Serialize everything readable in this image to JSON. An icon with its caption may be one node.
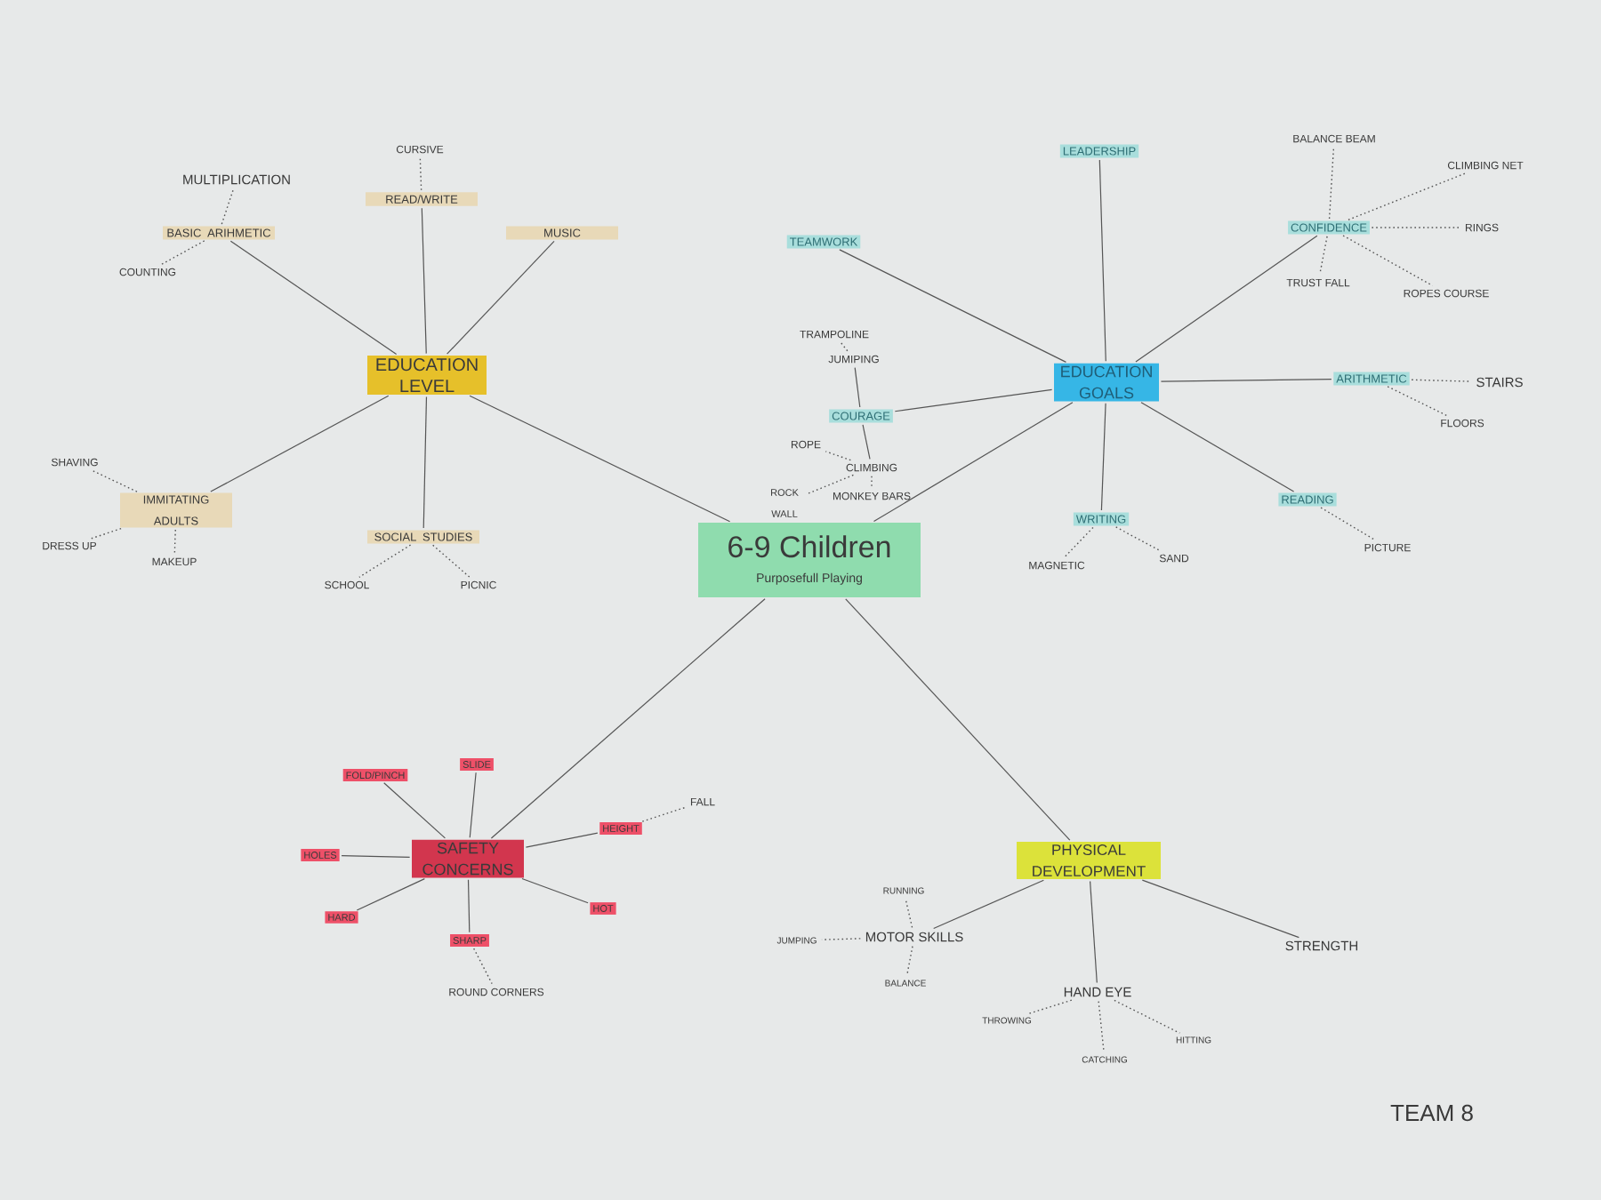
{
  "diagram": {
    "nodes": [
      {
        "text": [
          "6-9 Children",
          "Purposefull Playing"
        ]
      },
      {
        "text": [
          "EDUCATION LEVEL"
        ]
      },
      {
        "text": [
          "BASIC ARIHMETIC"
        ]
      },
      {
        "text": [
          "MULTIPLICATION"
        ]
      },
      {
        "text": [
          "COUNTING"
        ]
      },
      {
        "text": [
          "READ/WRITE"
        ]
      },
      {
        "text": [
          "CURSIVE"
        ]
      },
      {
        "text": [
          "MUSIC"
        ]
      },
      {
        "text": [
          "IMMITATING ADULTS"
        ]
      },
      {
        "text": [
          "SHAVING"
        ]
      },
      {
        "text": [
          "DRESS UP"
        ]
      },
      {
        "text": [
          "MAKEUP"
        ]
      },
      {
        "text": [
          "SOCIAL STUDIES"
        ]
      },
      {
        "text": [
          "SCHOOL"
        ]
      },
      {
        "text": [
          "PICNIC"
        ]
      },
      {
        "text": [
          "EDUCATION GOALS"
        ]
      },
      {
        "text": [
          "LEADERSHIP"
        ]
      },
      {
        "text": [
          "TEAMWORK"
        ]
      },
      {
        "text": [
          "CONFIDENCE"
        ]
      },
      {
        "text": [
          "BALANCE BEAM"
        ]
      },
      {
        "text": [
          "CLIMBING NET"
        ]
      },
      {
        "text": [
          "RINGS"
        ]
      },
      {
        "text": [
          "TRUST FALL"
        ]
      },
      {
        "text": [
          "ROPES COURSE"
        ]
      },
      {
        "text": [
          "COURAGE"
        ]
      },
      {
        "text": [
          "JUMIPING"
        ]
      },
      {
        "text": [
          "TRAMPOLINE"
        ]
      },
      {
        "text": [
          "CLIMBING"
        ]
      },
      {
        "text": [
          "ROPE"
        ]
      },
      {
        "text": [
          "ROCK WALL"
        ]
      },
      {
        "text": [
          "MONKEY BARS"
        ]
      },
      {
        "text": [
          "ARITHMETIC"
        ]
      },
      {
        "text": [
          "STAIRS"
        ]
      },
      {
        "text": [
          "FLOORS"
        ]
      },
      {
        "text": [
          "READING"
        ]
      },
      {
        "text": [
          "PICTURE"
        ]
      },
      {
        "text": [
          "WRITING"
        ]
      },
      {
        "text": [
          "MAGNETIC"
        ]
      },
      {
        "text": [
          "SAND"
        ]
      },
      {
        "text": [
          "SAFETY CONCERNS"
        ]
      },
      {
        "text": [
          "FOLD/PINCH"
        ]
      },
      {
        "text": [
          "SLIDE"
        ]
      },
      {
        "text": [
          "HEIGHT"
        ]
      },
      {
        "text": [
          "FALL"
        ]
      },
      {
        "text": [
          "HOLES"
        ]
      },
      {
        "text": [
          "HARD"
        ]
      },
      {
        "text": [
          "HOT"
        ]
      },
      {
        "text": [
          "SHARP"
        ]
      },
      {
        "text": [
          "ROUND CORNERS"
        ]
      },
      {
        "text": [
          "PHYSICAL DEVELOPMENT"
        ]
      },
      {
        "text": [
          "MOTOR SKILLS"
        ]
      },
      {
        "text": [
          "RUNNING"
        ]
      },
      {
        "text": [
          "JUMPING"
        ]
      },
      {
        "text": [
          "BALANCE"
        ]
      },
      {
        "text": [
          "HAND EYE"
        ]
      },
      {
        "text": [
          "THROWING"
        ]
      },
      {
        "text": [
          "CATCHING"
        ]
      },
      {
        "text": [
          "HITTING"
        ]
      },
      {
        "text": [
          "STRENGTH"
        ]
      }
    ],
    "edges": [
      {
        "from": 0,
        "to": 1,
        "arrow": "none"
      },
      {
        "from": 0,
        "to": 15,
        "arrow": "none"
      },
      {
        "from": 0,
        "to": 39,
        "arrow": "none"
      },
      {
        "from": 0,
        "to": 49,
        "arrow": "none"
      },
      {
        "from": 1,
        "to": 2,
        "arrow": "none"
      },
      {
        "from": 1,
        "to": 5,
        "arrow": "none"
      },
      {
        "from": 1,
        "to": 7,
        "arrow": "none"
      },
      {
        "from": 1,
        "to": 8,
        "arrow": "none"
      },
      {
        "from": 1,
        "to": 12,
        "arrow": "none"
      },
      {
        "from": 2,
        "to": 3,
        "arrow": "none",
        "style": "dashed"
      },
      {
        "from": 2,
        "to": 4,
        "arrow": "none",
        "style": "dashed"
      },
      {
        "from": 5,
        "to": 6,
        "arrow": "none",
        "style": "dashed"
      },
      {
        "from": 8,
        "to": 9,
        "arrow": "none",
        "style": "dashed"
      },
      {
        "from": 8,
        "to": 10,
        "arrow": "none",
        "style": "dashed"
      },
      {
        "from": 8,
        "to": 11,
        "arrow": "none",
        "style": "dashed"
      },
      {
        "from": 12,
        "to": 13,
        "arrow": "none",
        "style": "dashed"
      },
      {
        "from": 12,
        "to": 14,
        "arrow": "none",
        "style": "dashed"
      },
      {
        "from": 15,
        "to": 16,
        "arrow": "none"
      },
      {
        "from": 15,
        "to": 17,
        "arrow": "none"
      },
      {
        "from": 15,
        "to": 18,
        "arrow": "none"
      },
      {
        "from": 15,
        "to": 24,
        "arrow": "none"
      },
      {
        "from": 15,
        "to": 31,
        "arrow": "none"
      },
      {
        "from": 15,
        "to": 34,
        "arrow": "none"
      },
      {
        "from": 15,
        "to": 36,
        "arrow": "none"
      },
      {
        "from": 18,
        "to": 19,
        "arrow": "none",
        "style": "dashed"
      },
      {
        "from": 18,
        "to": 20,
        "arrow": "none",
        "style": "dashed"
      },
      {
        "from": 18,
        "to": 21,
        "arrow": "none",
        "style": "dashed"
      },
      {
        "from": 18,
        "to": 22,
        "arrow": "none",
        "style": "dashed"
      },
      {
        "from": 18,
        "to": 23,
        "arrow": "none",
        "style": "dashed"
      },
      {
        "from": 24,
        "to": 25,
        "arrow": "none"
      },
      {
        "from": 25,
        "to": 26,
        "arrow": "none",
        "style": "dashed"
      },
      {
        "from": 24,
        "to": 27,
        "arrow": "none"
      },
      {
        "from": 27,
        "to": 28,
        "arrow": "none",
        "style": "dashed"
      },
      {
        "from": 27,
        "to": 29,
        "arrow": "none",
        "style": "dashed"
      },
      {
        "from": 27,
        "to": 30,
        "arrow": "none",
        "style": "dashed"
      },
      {
        "from": 31,
        "to": 32,
        "arrow": "none",
        "style": "dashed"
      },
      {
        "from": 31,
        "to": 33,
        "arrow": "none",
        "style": "dashed"
      },
      {
        "from": 34,
        "to": 35,
        "arrow": "none",
        "style": "dashed"
      },
      {
        "from": 36,
        "to": 37,
        "arrow": "none",
        "style": "dashed"
      },
      {
        "from": 36,
        "to": 38,
        "arrow": "none",
        "style": "dashed"
      },
      {
        "from": 39,
        "to": 40,
        "arrow": "none"
      },
      {
        "from": 39,
        "to": 41,
        "arrow": "none"
      },
      {
        "from": 39,
        "to": 42,
        "arrow": "none"
      },
      {
        "from": 42,
        "to": 43,
        "arrow": "none",
        "style": "dashed"
      },
      {
        "from": 39,
        "to": 44,
        "arrow": "none"
      },
      {
        "from": 39,
        "to": 45,
        "arrow": "none"
      },
      {
        "from": 39,
        "to": 46,
        "arrow": "none"
      },
      {
        "from": 39,
        "to": 47,
        "arrow": "none"
      },
      {
        "from": 47,
        "to": 48,
        "arrow": "none",
        "style": "dashed"
      },
      {
        "from": 49,
        "to": 50,
        "arrow": "none"
      },
      {
        "from": 50,
        "to": 51,
        "arrow": "none",
        "style": "dashed"
      },
      {
        "from": 50,
        "to": 52,
        "arrow": "none",
        "style": "dashed"
      },
      {
        "from": 50,
        "to": 53,
        "arrow": "none",
        "style": "dashed"
      },
      {
        "from": 49,
        "to": 54,
        "arrow": "none"
      },
      {
        "from": 54,
        "to": 55,
        "arrow": "none",
        "style": "dashed"
      },
      {
        "from": 54,
        "to": 56,
        "arrow": "none",
        "style": "dashed"
      },
      {
        "from": 54,
        "to": 57,
        "arrow": "none",
        "style": "dashed"
      },
      {
        "from": 49,
        "to": 58,
        "arrow": "none"
      }
    ],
    "labels": [
      "TEAM 8"
    ]
  }
}
